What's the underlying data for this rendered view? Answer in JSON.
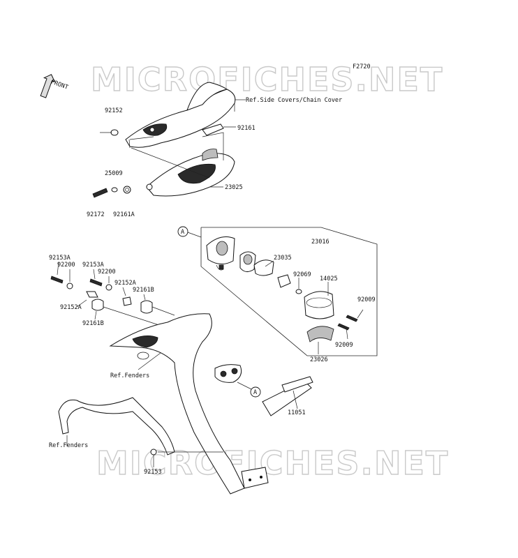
{
  "figure_code": "F2720",
  "front_indicator": "FRONT",
  "watermarks": [
    "MICROFICHES.NET",
    "MICROFICHES.NET"
  ],
  "callout_letter": "A",
  "references": {
    "side_covers": "Ref.Side Covers/Chain Cover",
    "fenders_upper": "Ref.Fenders",
    "fenders_lower": "Ref.Fenders"
  },
  "parts": [
    "92152",
    "92161",
    "25009",
    "23025",
    "92172",
    "92161A",
    "23016",
    "23035",
    "92069",
    "14025",
    "92009",
    "92009",
    "23026",
    "92153A",
    "92200",
    "92153A",
    "92200",
    "92152A",
    "92161B",
    "92152A",
    "92161B",
    "11051",
    "92153"
  ],
  "colors": {
    "line": "#111111",
    "watermark": "#c9c9c9",
    "shade": "#bdbdbd"
  }
}
